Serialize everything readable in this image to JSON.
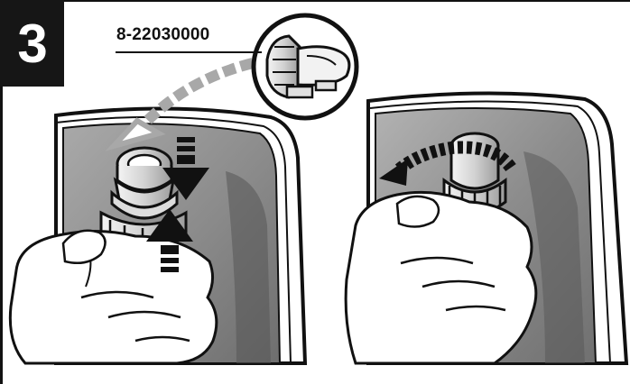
{
  "step": {
    "number": "3"
  },
  "part": {
    "number": "8-22030000"
  },
  "icons": {
    "badge": "step-number-badge",
    "detail": "magnified-connector-callout",
    "push": "push-together-arrows",
    "twist": "twist-rotation-arrow"
  },
  "colors": {
    "ink": "#111111",
    "panel_gray": "#8f8f8f",
    "arrow_gray": "#a8a8a8"
  }
}
